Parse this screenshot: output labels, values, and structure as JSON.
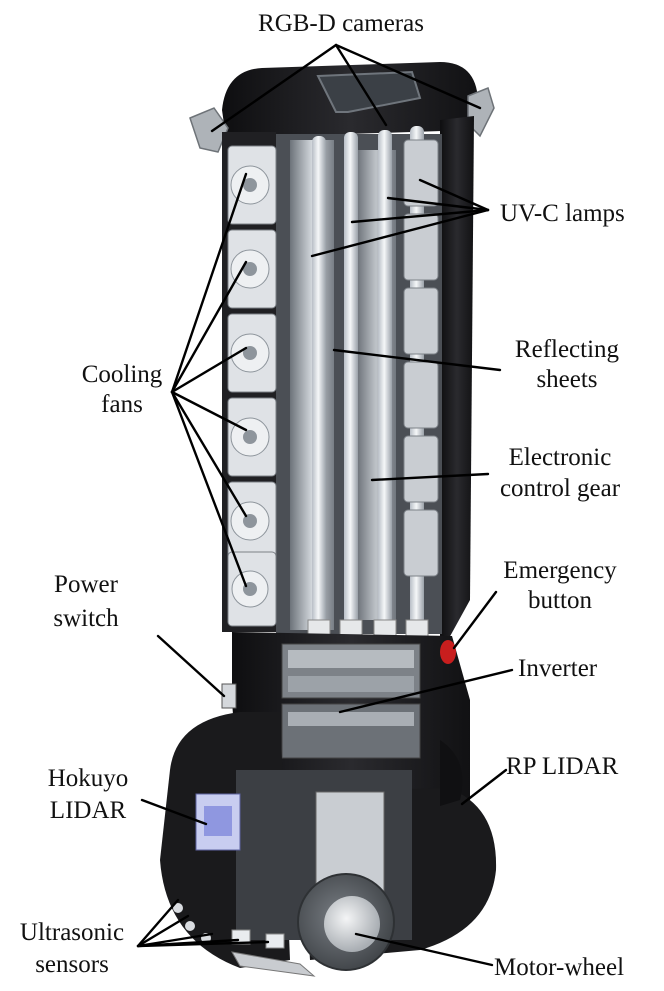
{
  "labels": {
    "rgbd_cameras": "RGB-D cameras",
    "uvc_lamps": "UV-C lamps",
    "cooling_fans_1": "Cooling",
    "cooling_fans_2": "fans",
    "reflecting_1": "Reflecting",
    "reflecting_2": "sheets",
    "electronic_1": "Electronic",
    "electronic_2": "control gear",
    "power_1": "Power",
    "power_2": "switch",
    "emergency_1": "Emergency",
    "emergency_2": "button",
    "inverter": "Inverter",
    "rp_lidar": "RP LIDAR",
    "hokuyo_1": "Hokuyo",
    "hokuyo_2": "LIDAR",
    "ultrasonic_1": "Ultrasonic",
    "ultrasonic_2": "sensors",
    "motor_wheel": "Motor-wheel"
  },
  "colors": {
    "chassis": "#1b1b1d",
    "chassis_edge": "#3a3a3e",
    "fan_frame": "#d9dde2",
    "fan_blade": "#8e959c",
    "lamp_glass": "#e9edf1",
    "reflector": "#c7ccd2",
    "interior": "#4a4d52",
    "emergency_red": "#c81e1e",
    "wheel_tire": "#5a5e63",
    "wheel_hub": "#d8dbdf"
  }
}
